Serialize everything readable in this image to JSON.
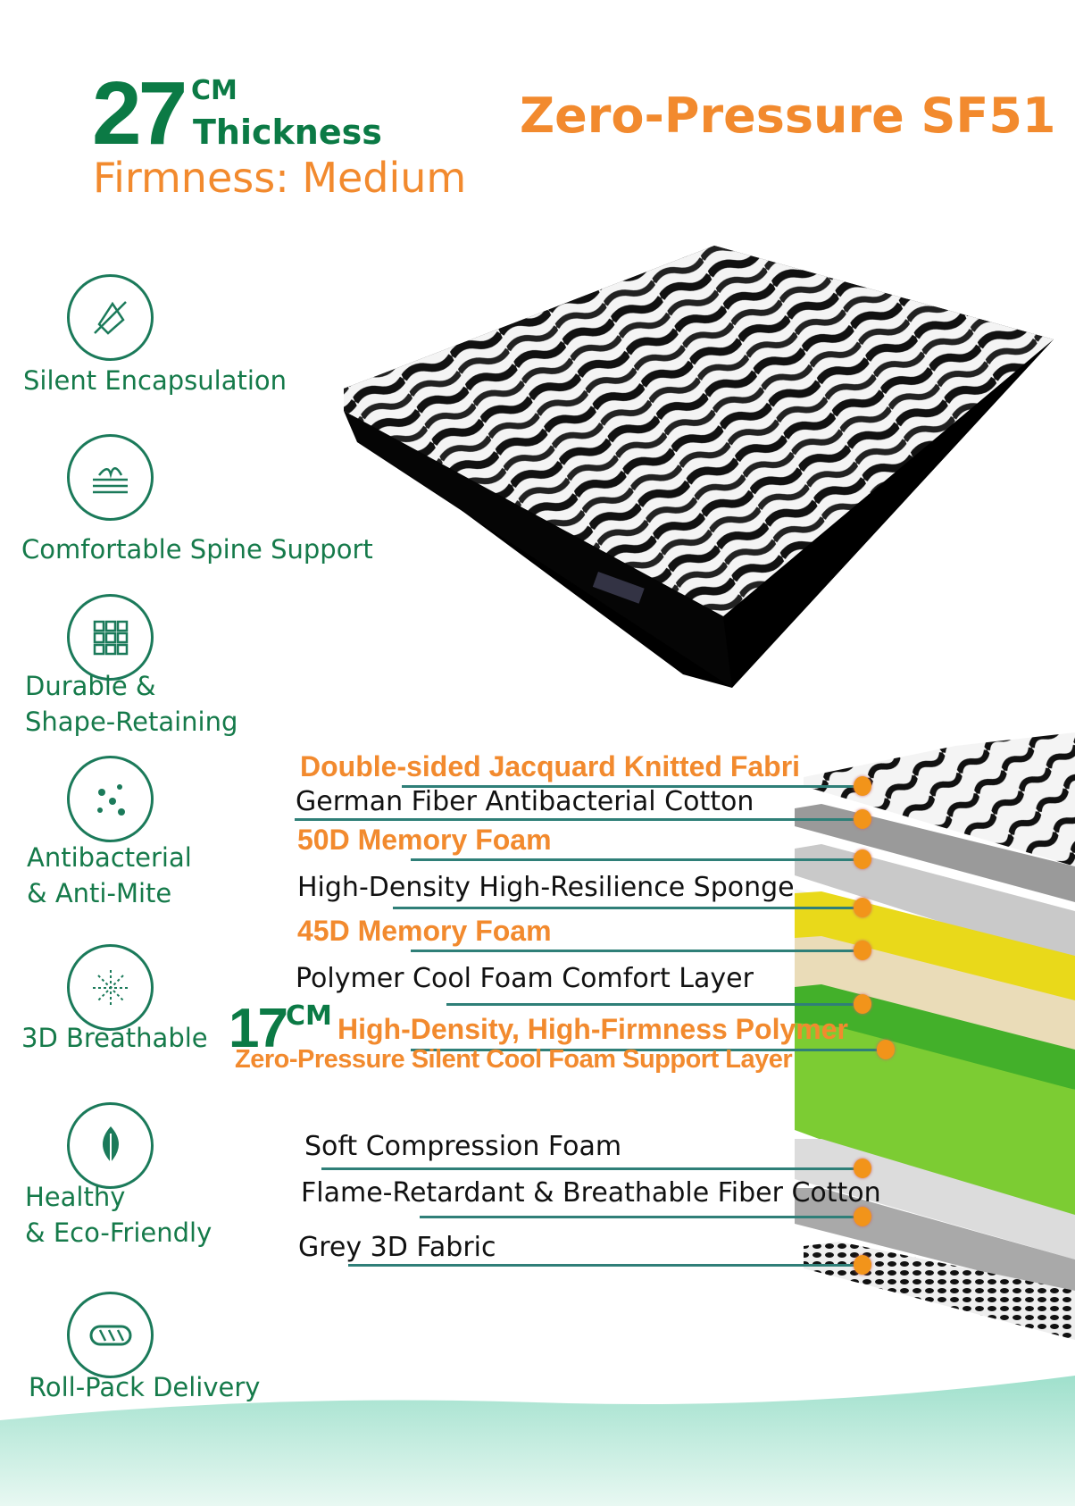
{
  "header": {
    "thickness_number": "27",
    "thickness_unit": "CM",
    "thickness_label": "Thickness",
    "firmness": "Firmness:  Medium",
    "product_title": "Zero-Pressure SF51"
  },
  "features": [
    {
      "label": "Silent Encapsulation",
      "icon": "silent-icon"
    },
    {
      "label": "Comfortable Spine Support",
      "icon": "spine-support-icon"
    },
    {
      "label": "Durable &\nShape-Retaining",
      "icon": "grid-icon"
    },
    {
      "label": "Antibacterial\n& Anti-Mite",
      "icon": "bacteria-icon"
    },
    {
      "label": "3D Breathable",
      "icon": "breathable-icon"
    },
    {
      "label": "Healthy\n& Eco-Friendly",
      "icon": "leaf-icon"
    },
    {
      "label": "Roll-Pack Delivery",
      "icon": "roll-pack-icon"
    }
  ],
  "layers": {
    "core_thickness_number": "17",
    "core_thickness_unit": "CM",
    "items": [
      {
        "label": "Double-sided Jacquard Knitted Fabri",
        "highlight": true
      },
      {
        "label": "German Fiber Antibacterial Cotton",
        "highlight": false
      },
      {
        "label": "50D Memory Foam",
        "highlight": true
      },
      {
        "label": "High-Density High-Resilience Sponge",
        "highlight": false
      },
      {
        "label": "45D Memory Foam",
        "highlight": true
      },
      {
        "label": "Polymer Cool Foam Comfort Layer",
        "highlight": false
      },
      {
        "label": "High-Density, High-Firmness Polymer",
        "highlight": true
      },
      {
        "label": "Zero-Pressure Silent Cool Foam Support Layer",
        "highlight": true
      },
      {
        "label": "Soft Compression Foam",
        "highlight": false
      },
      {
        "label": "Flame-Retardant & Breathable Fiber Cotton",
        "highlight": false
      },
      {
        "label": "Grey 3D Fabric",
        "highlight": false
      }
    ]
  },
  "colors": {
    "green": "#0b7a45",
    "orange": "#f28a2e",
    "dot": "#f2941a",
    "line": "#2f7f78"
  }
}
